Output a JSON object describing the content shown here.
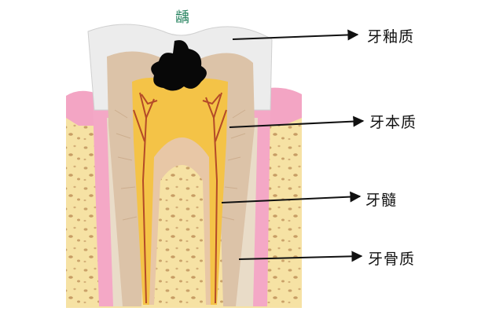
{
  "caries_label": "龋",
  "labels": {
    "enamel": "牙釉质",
    "dentin": "牙本质",
    "pulp": "牙髓",
    "bone": "牙骨质"
  },
  "colors": {
    "enamel": "#ebebeb",
    "dentin": "#dcc3a8",
    "pulp": "#f4c347",
    "gum": "#f2a3c4",
    "bone": "#f7e3a6",
    "nerve": "#b44a28",
    "caries": "#080808"
  }
}
